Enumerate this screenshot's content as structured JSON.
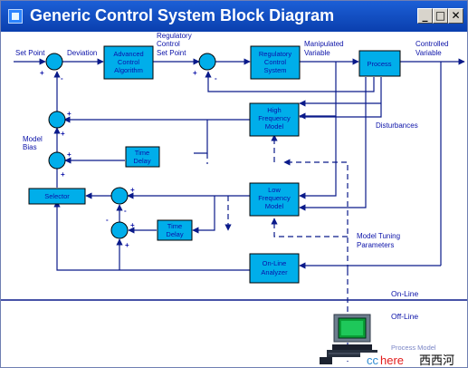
{
  "window": {
    "title": "Generic Control System Block Diagram",
    "controls": [
      "minimize-icon",
      "maximize-icon",
      "close-icon"
    ]
  },
  "diagram": {
    "labels": {
      "set_point": "Set Point",
      "deviation": "Deviation",
      "reg_sp_1": "Regulatory",
      "reg_sp_2": "Control",
      "reg_sp_3": "Set  Point",
      "manip_1": "Manipulated",
      "manip_2": "Variable",
      "controlled_1": "Controlled",
      "controlled_2": "Variable",
      "model_bias_1": "Model",
      "model_bias_2": "Bias",
      "disturbances": "Disturbances",
      "tuning_1": "Model Tuning",
      "tuning_2": "Parameters"
    },
    "blocks": {
      "advanced_1": "Advanced",
      "advanced_2": "Control",
      "advanced_3": "Algorithm",
      "regulatory_1": "Regulatory",
      "regulatory_2": "Control",
      "regulatory_3": "System",
      "process": "Process",
      "hf_1": "High",
      "hf_2": "Frequency",
      "hf_3": "Model",
      "lf_1": "Low",
      "lf_2": "Frequency",
      "lf_3": "Model",
      "time_delay_1a": "Time",
      "time_delay_1b": "Delay",
      "time_delay_2a": "Time",
      "time_delay_2b": "Delay",
      "selector": "Selector",
      "analyzer_1": "On-Line",
      "analyzer_2": "Analyzer"
    },
    "signs": {
      "plus": "+",
      "minus": "-"
    },
    "modes": {
      "online": "On-Line",
      "offline": "Off-Line",
      "process_model": "Process Model"
    }
  },
  "watermark": {
    "part1": "cc",
    "part2": "here",
    "part3": "西西河"
  },
  "colors": {
    "title_bar": "#0a3fae",
    "block_fill": "#00aeea",
    "line": "#0a1a8a",
    "text": "#0b12a8"
  }
}
